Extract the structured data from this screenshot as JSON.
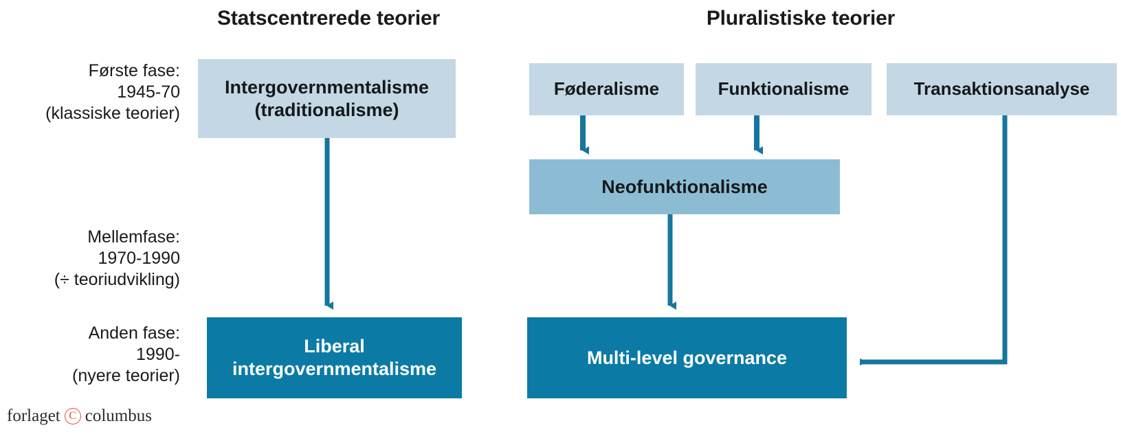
{
  "diagram": {
    "titles": {
      "state_centered": "Statscentrerede teorier",
      "pluralist": "Pluralistiske teorier"
    },
    "phases": [
      {
        "id": "first",
        "text": "Første fase:\n1945-70\n(klassiske teorier)"
      },
      {
        "id": "middle",
        "text": "Mellemfase:\n1970-1990\n(÷ teoriudvikling)"
      },
      {
        "id": "second",
        "text": "Anden fase:\n1990-\n(nyere teorier)"
      }
    ],
    "boxes": {
      "intergovernmentalisme": "Intergovernmentalisme\n(traditionalisme)",
      "liberal_intergovernmentalisme": "Liberal\nintergovernmentalisme",
      "foderalisme": "Føderalisme",
      "funktionalisme": "Funktionalisme",
      "transaktionsanalyse": "Transaktionsanalyse",
      "neofunktionalisme": "Neofunktionalisme",
      "multi_level_governance": "Multi-level governance"
    },
    "colors": {
      "light_blue": "#c3d8e4",
      "medium_blue": "#8cbcd4",
      "dark_blue": "#0b7ba5",
      "arrow": "#16769e",
      "text_dark": "#15181c",
      "text_light": "#ffffff",
      "logo_mark": "#e0543a",
      "background": "#ffffff"
    },
    "connections": [
      {
        "from": "intergovernmentalisme",
        "to": "liberal_intergovernmentalisme",
        "style": "vertical-arrow"
      },
      {
        "from": "foderalisme",
        "to": "neofunktionalisme",
        "style": "vertical-arrow"
      },
      {
        "from": "funktionalisme",
        "to": "neofunktionalisme",
        "style": "vertical-arrow"
      },
      {
        "from": "neofunktionalisme",
        "to": "multi_level_governance",
        "style": "vertical-arrow"
      },
      {
        "from": "transaktionsanalyse",
        "to": "multi_level_governance",
        "style": "elbow-arrow-left"
      }
    ]
  },
  "logo": {
    "prefix": "forlaget",
    "mark": "C",
    "suffix": "columbus"
  }
}
